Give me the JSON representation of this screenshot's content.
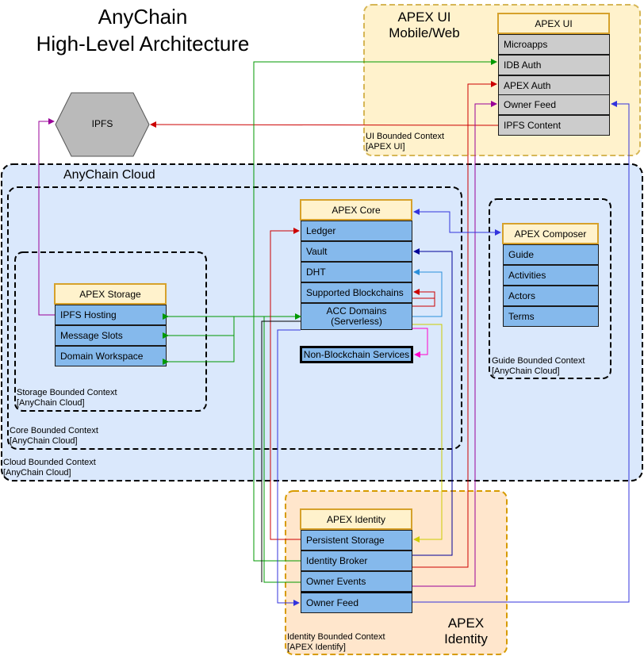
{
  "title": {
    "line1": "AnyChain",
    "line2": "High-Level Architecture"
  },
  "ipfs": {
    "label": "IPFS"
  },
  "apex_ui_region": {
    "label_line1": "APEX UI",
    "label_line2": "Mobile/Web",
    "context_line1": "UI Bounded Context",
    "context_line2": "[APEX UI]"
  },
  "apex_ui": {
    "title": "APEX UI",
    "rows": [
      "Microapps",
      "IDB Auth",
      "APEX Auth",
      "Owner Feed",
      "IPFS Content"
    ]
  },
  "cloud_region": {
    "label": "AnyChain Cloud",
    "context_line1": "Cloud Bounded Context",
    "context_line2": "[AnyChain Cloud]"
  },
  "core_region": {
    "context_line1": "Core Bounded Context",
    "context_line2": "[AnyChain Cloud]"
  },
  "storage_region": {
    "context_line1": "Storage Bounded Context",
    "context_line2": "[AnyChain Cloud]"
  },
  "guide_region": {
    "context_line1": "Guide Bounded Context",
    "context_line2": "[AnyChain Cloud]"
  },
  "apex_core": {
    "title": "APEX Core",
    "rows": [
      "Ledger",
      "Vault",
      "DHT",
      "Supported Blockchains"
    ],
    "acc_line1": "ACC Domains",
    "acc_line2": "(Serverless)"
  },
  "non_blockchain": {
    "label": "Non-Blockchain Services"
  },
  "apex_storage": {
    "title": "APEX Storage",
    "rows": [
      "IPFS Hosting",
      "Message Slots",
      "Domain Workspace"
    ]
  },
  "apex_composer": {
    "title": "APEX Composer",
    "rows": [
      "Guide",
      "Activities",
      "Actors",
      "Terms"
    ]
  },
  "identity_region": {
    "label_line1": "APEX",
    "label_line2": "Identity",
    "context_line1": "Identity Bounded Context",
    "context_line2": "[APEX Identify]"
  },
  "apex_identity": {
    "title": "APEX Identity",
    "rows": [
      "Persistent Storage",
      "Identity Broker",
      "Owner Events",
      "Owner Feed"
    ]
  },
  "colors": {
    "ui_fill": "#fff2cc",
    "ui_border": "#d6b656",
    "cloud_fill": "#dae8fc",
    "identity_fill": "#ffe6cc",
    "identity_border": "#d79b00",
    "row_blue": "#85b9ec",
    "row_gray": "#cccccc",
    "ipfs_fill": "#bababa"
  }
}
